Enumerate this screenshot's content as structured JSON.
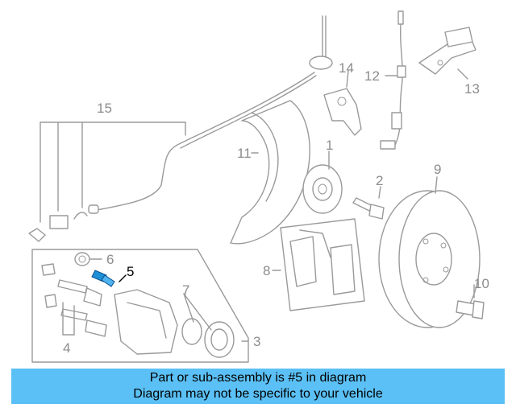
{
  "diagram": {
    "callouts": {
      "c1": "1",
      "c2": "2",
      "c3": "3",
      "c4": "4",
      "c5": "5",
      "c6": "6",
      "c7": "7",
      "c8": "8",
      "c9": "9",
      "c10": "10",
      "c11": "11",
      "c12": "12",
      "c13": "13",
      "c14": "14",
      "c15": "15"
    },
    "highlight_callout": "5",
    "colors": {
      "line": "#9a9a9a",
      "highlight_part": "#1c8fd6",
      "banner": "#5bc0f5"
    }
  },
  "banner": {
    "line1": "Part or sub-assembly is #5 in diagram",
    "line2": "Diagram may not be specific to your vehicle"
  }
}
